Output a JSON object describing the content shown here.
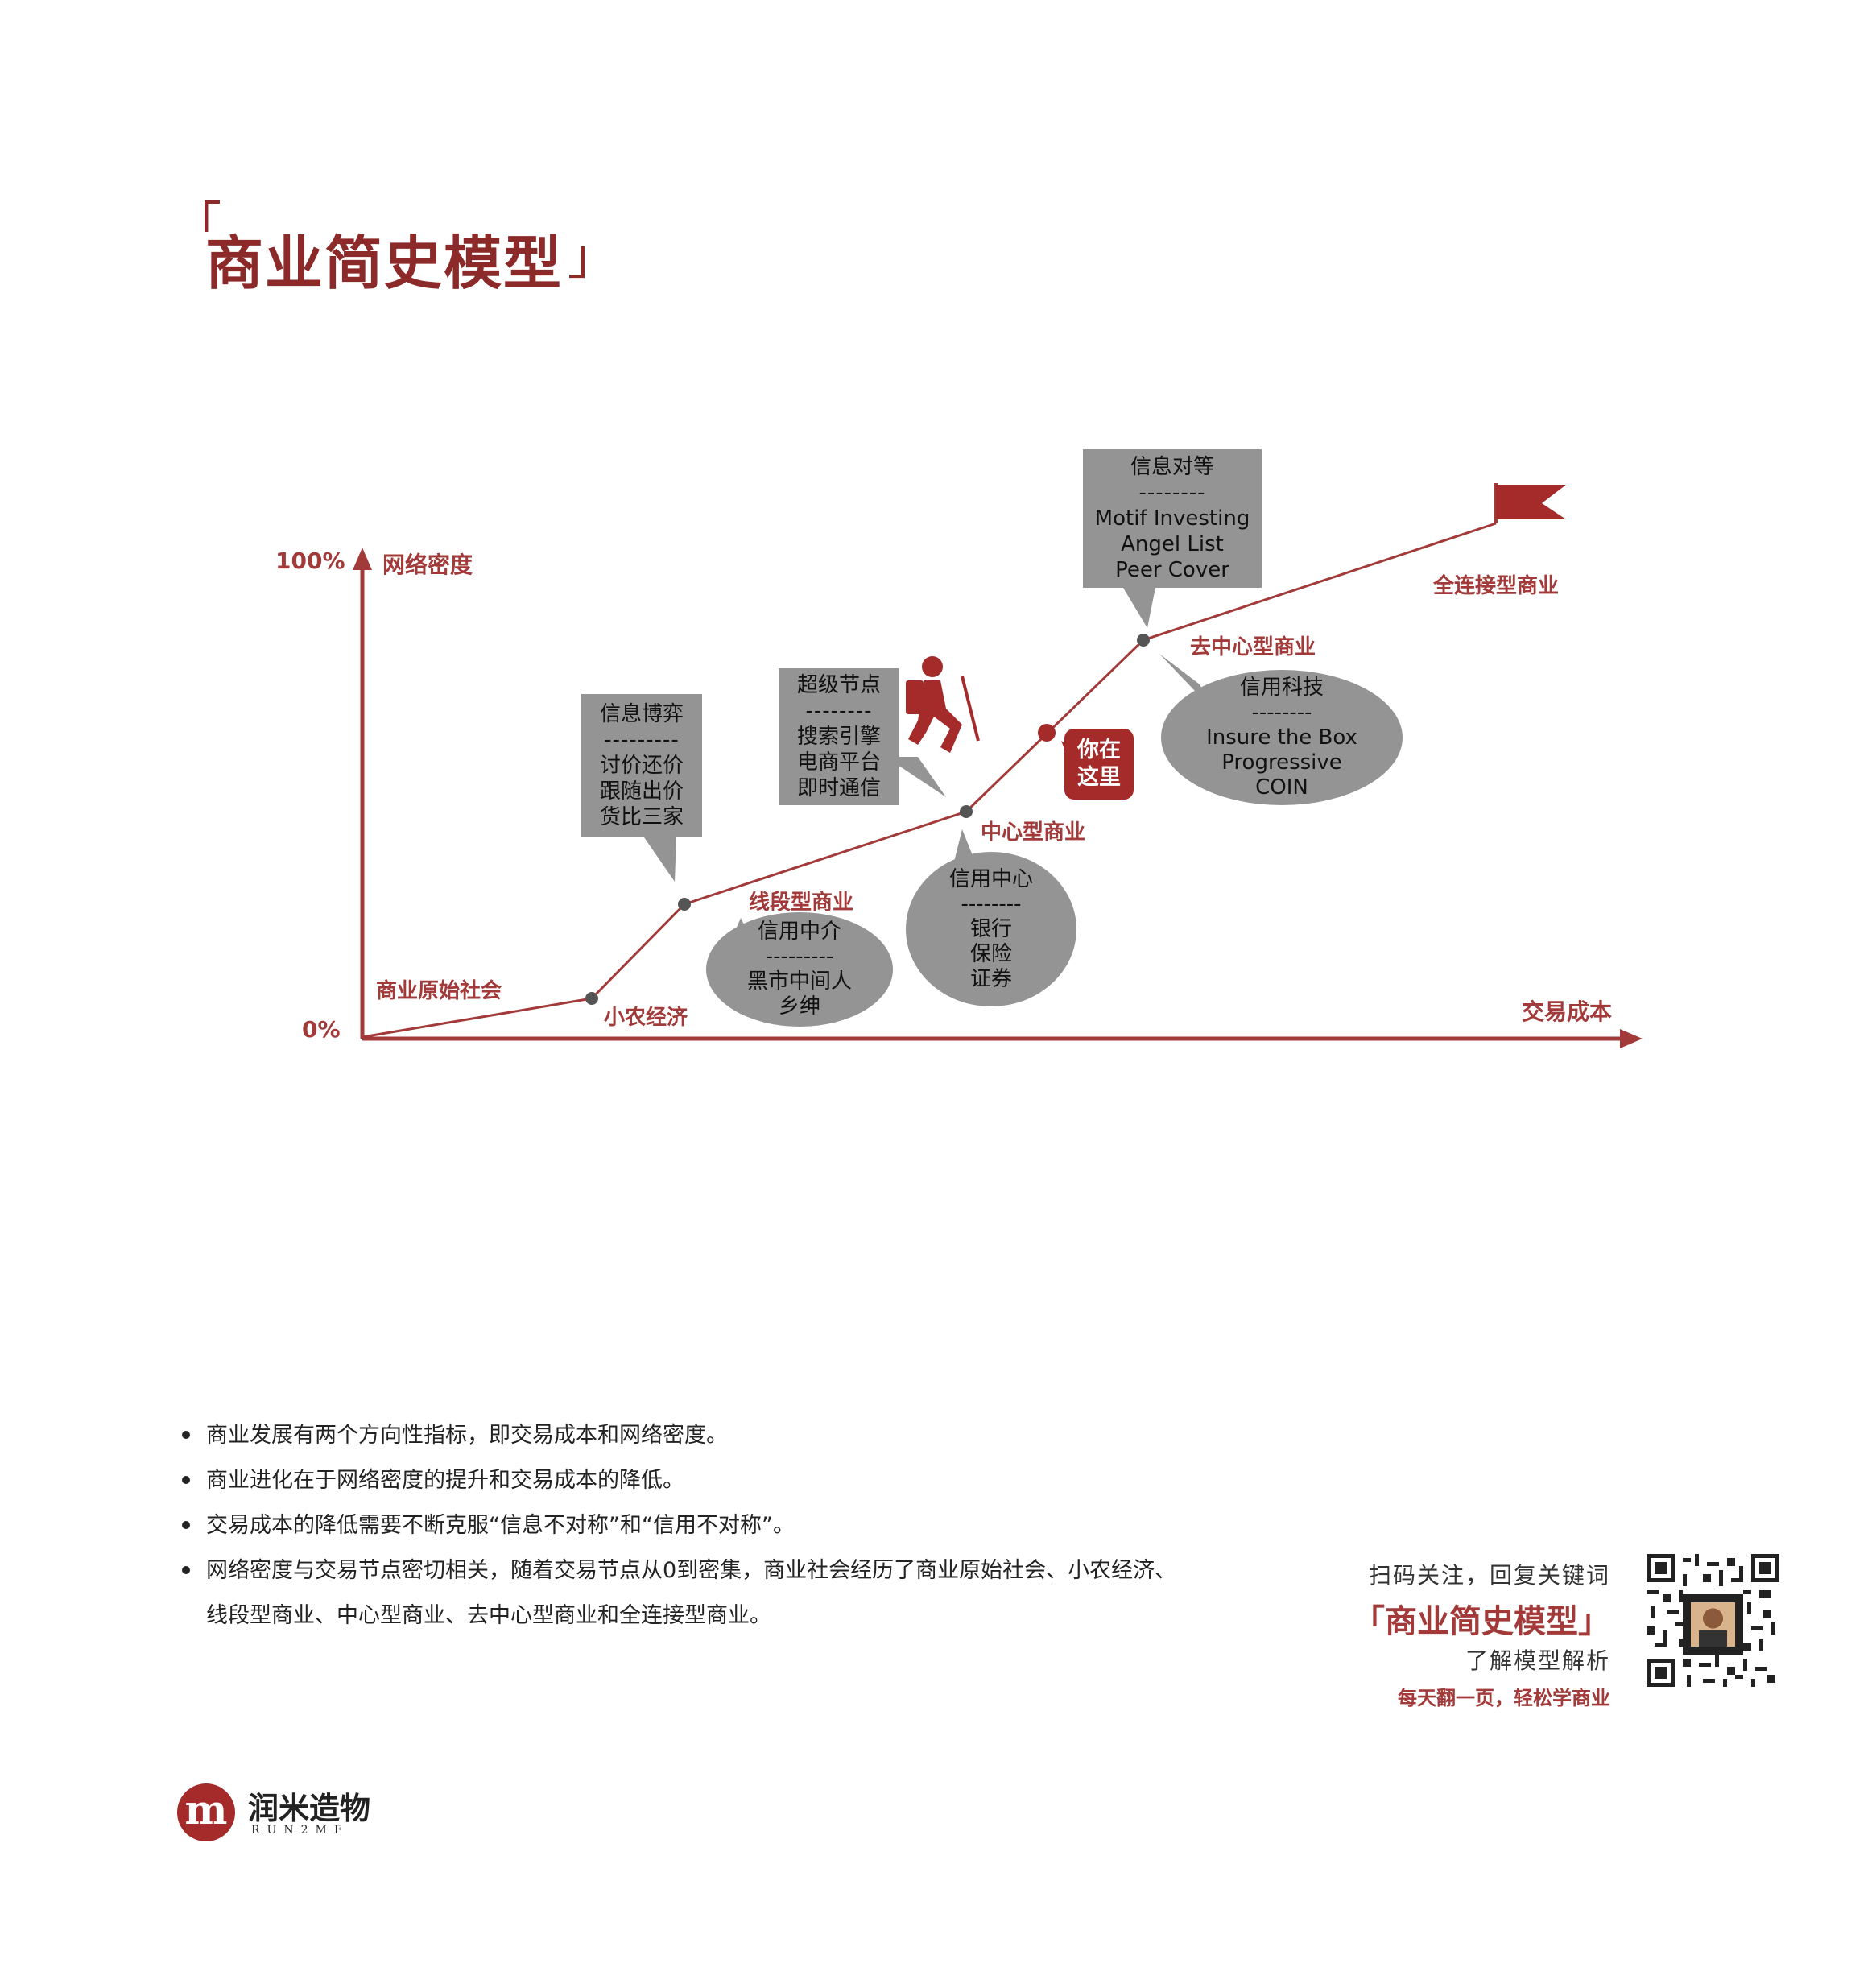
{
  "title": "商业简史模型",
  "title_brackets": {
    "open": "「",
    "close": "」"
  },
  "axes": {
    "y_label": "网络密度",
    "y_max": "100%",
    "y_min": "0%",
    "x_label": "交易成本"
  },
  "stages": [
    {
      "name": "商业原始社会"
    },
    {
      "name": "小农经济"
    },
    {
      "name": "线段型商业"
    },
    {
      "name": "中心型商业"
    },
    {
      "name": "去中心型商业"
    },
    {
      "name": "全连接型商业"
    }
  ],
  "callouts": {
    "info_game": {
      "title": "信息博弈",
      "sep": "---------",
      "lines": [
        "讨价还价",
        "跟随出价",
        "货比三家"
      ]
    },
    "super_node": {
      "title": "超级节点",
      "sep": "--------",
      "lines": [
        "搜索引擎",
        "电商平台",
        "即时通信"
      ]
    },
    "info_equal": {
      "title": "信息对等",
      "sep": "--------",
      "lines": [
        "Motif Investing",
        "Angel List",
        "Peer Cover"
      ]
    },
    "credit_agent": {
      "title": "信用中介",
      "sep": "---------",
      "lines": [
        "黑市中间人",
        "乡绅"
      ]
    },
    "credit_center": {
      "title": "信用中心",
      "sep": "--------",
      "lines": [
        "银行",
        "保险",
        "证券"
      ]
    },
    "credit_tech": {
      "title": "信用科技",
      "sep": "--------",
      "lines": [
        "Insure the Box",
        "Progressive",
        "COIN"
      ]
    }
  },
  "you_are_here": {
    "line1": "你在",
    "line2": "这里"
  },
  "bullets": [
    "商业发展有两个方向性指标，即交易成本和网络密度。",
    "商业进化在于网络密度的提升和交易成本的降低。",
    "交易成本的降低需要不断克服“信息不对称”和“信用不对称”。",
    "网络密度与交易节点密切相关，随着交易节点从0到密集，商业社会经历了商业原始社会、小农经济、",
    "线段型商业、中心型商业、去中心型商业和全连接型商业。"
  ],
  "promo": {
    "line1": "扫码关注，回复关键词",
    "keyword": "「商业简史模型」",
    "line3": "了解模型解析",
    "line4": "每天翻一页，轻松学商业"
  },
  "logo": {
    "mark": "m",
    "cn": "润米造物",
    "en": "RUN2ME"
  },
  "colors": {
    "accent": "#a52a2a",
    "box": "#949494",
    "text": "#222222"
  }
}
